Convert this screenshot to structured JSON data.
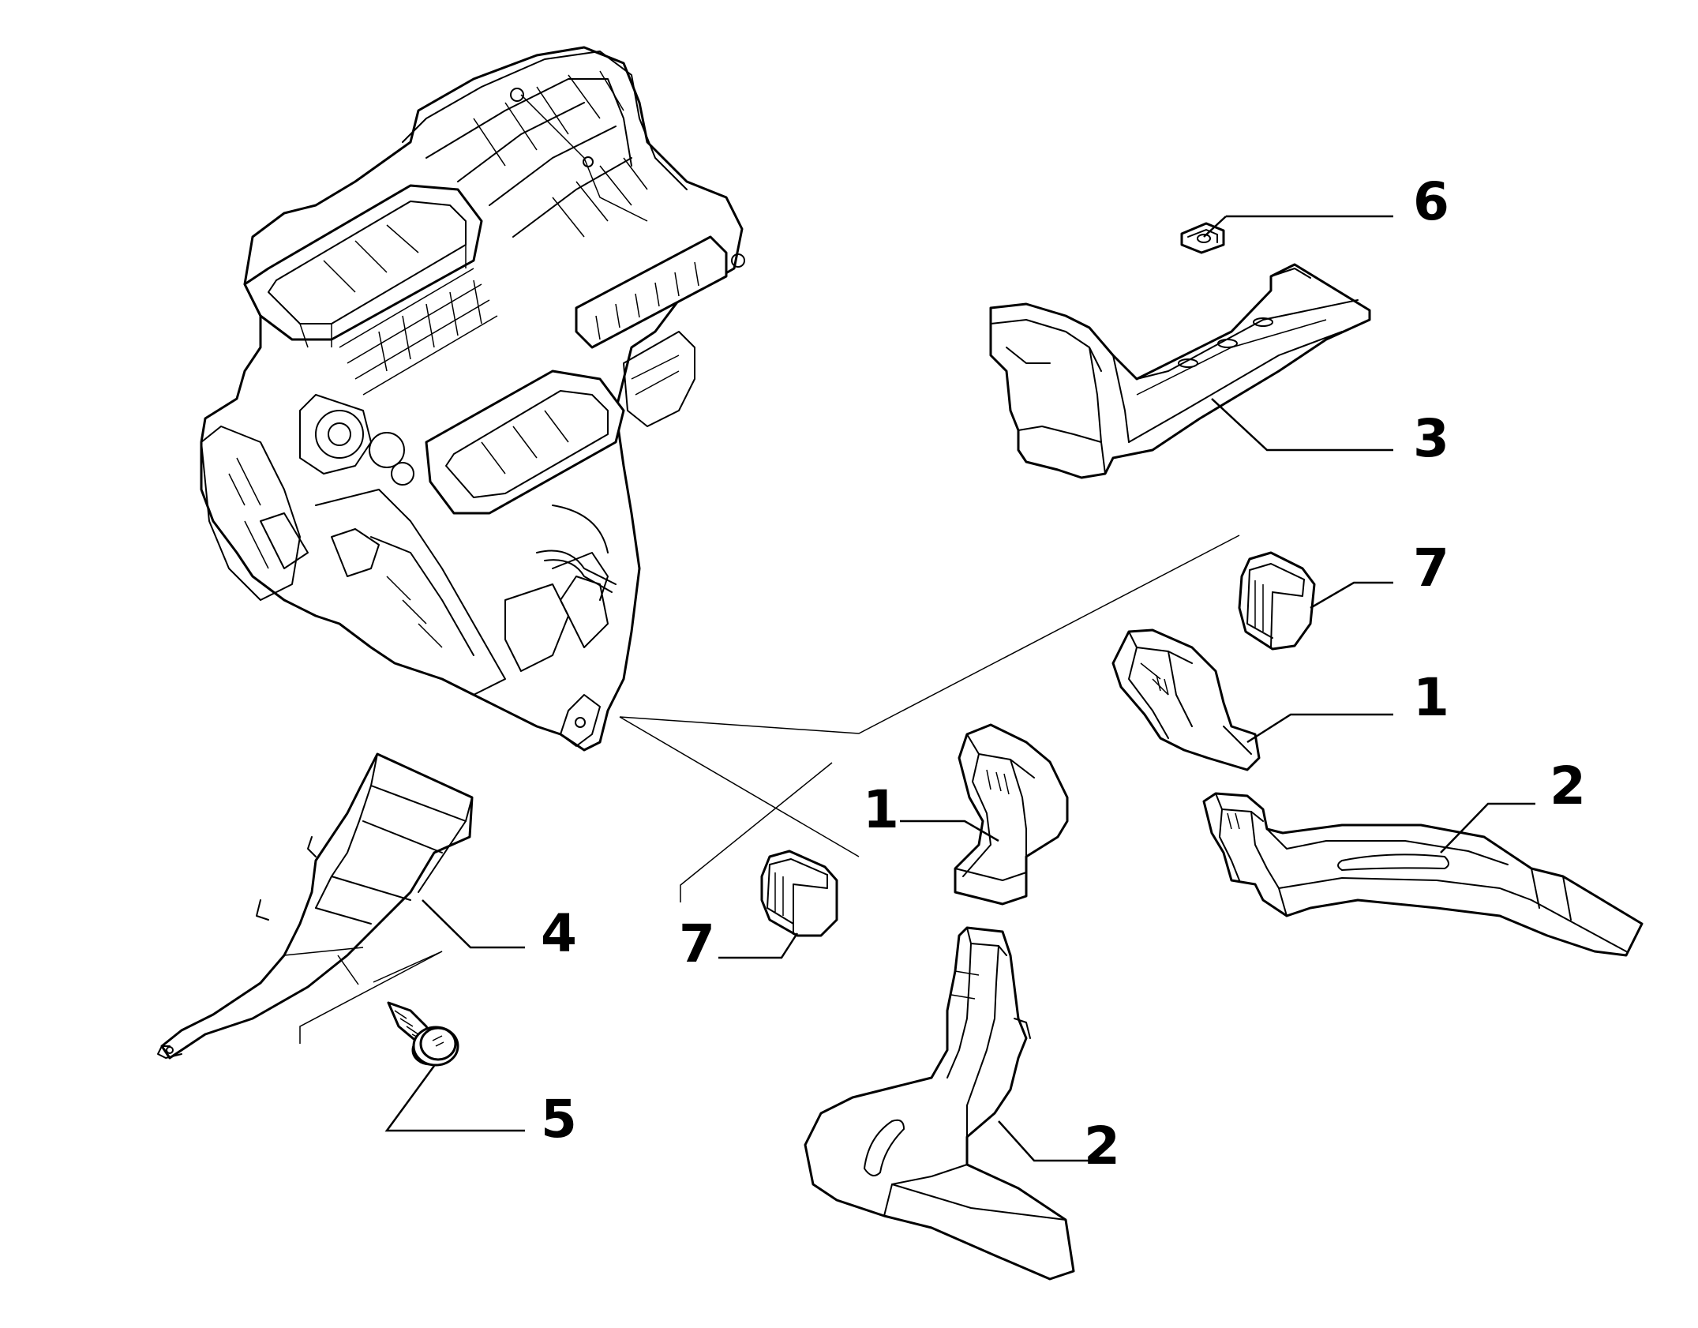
{
  "callouts": {
    "c1a": "1",
    "c1b": "1",
    "c2a": "2",
    "c2b": "2",
    "c3": "3",
    "c4": "4",
    "c5": "5",
    "c6": "6",
    "c7a": "7",
    "c7b": "7"
  },
  "colors": {
    "line": "#000000",
    "background": "#ffffff"
  }
}
